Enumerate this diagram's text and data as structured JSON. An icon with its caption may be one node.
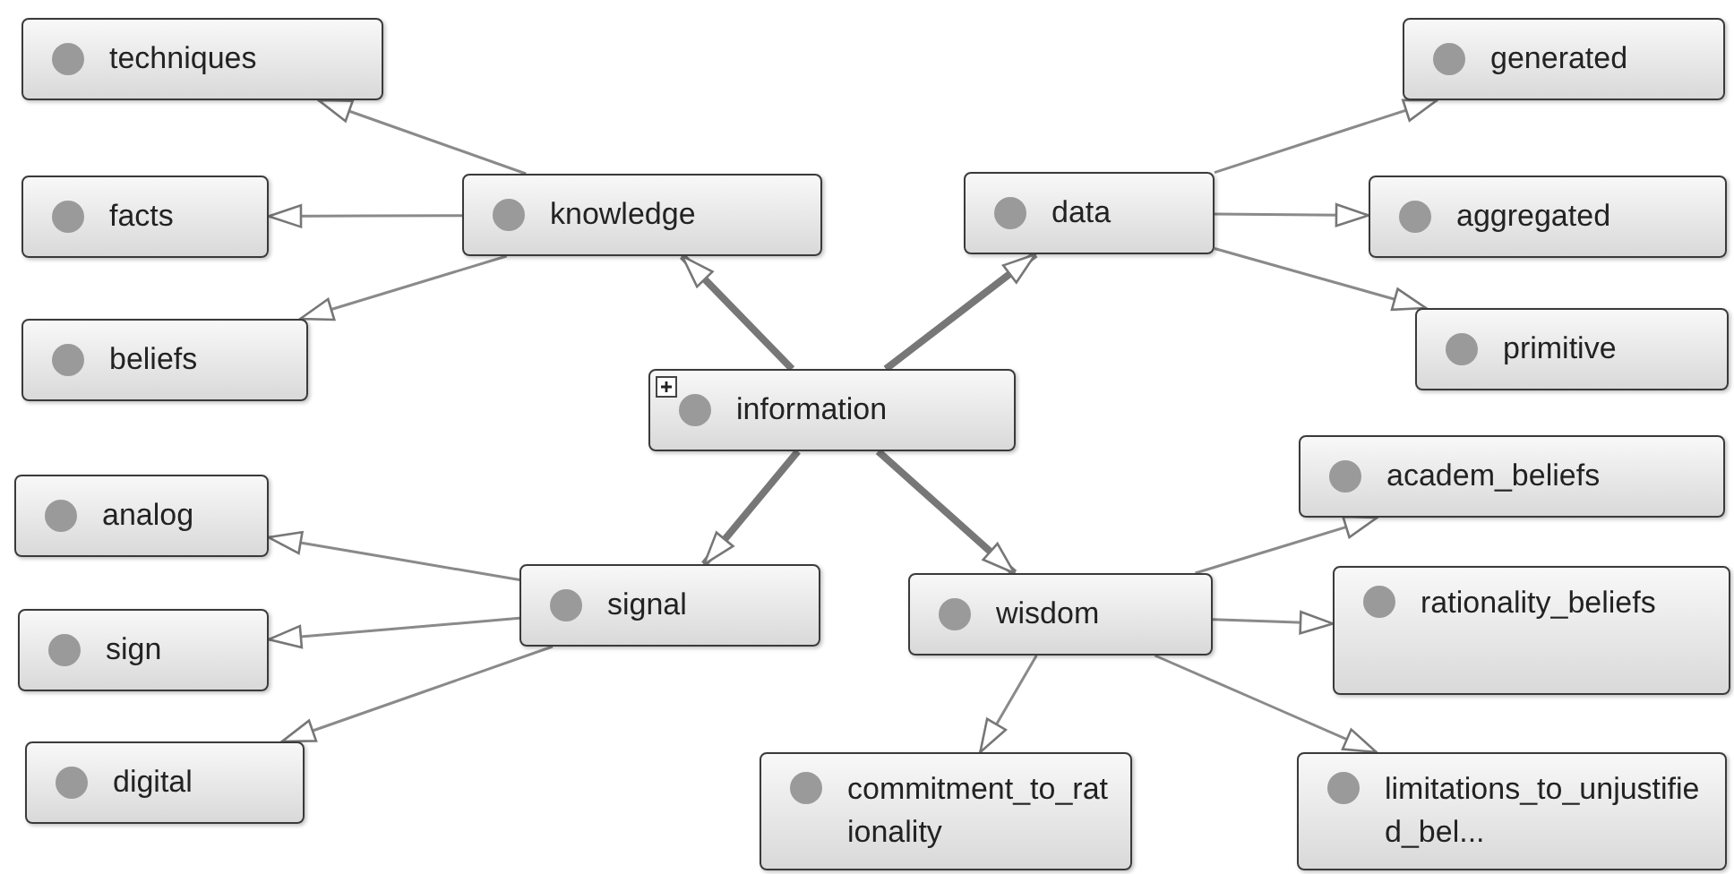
{
  "diagram": {
    "nodes": [
      {
        "text": [
          "information"
        ]
      },
      {
        "text": [
          "knowledge"
        ]
      },
      {
        "text": [
          "techniques"
        ]
      },
      {
        "text": [
          "facts"
        ]
      },
      {
        "text": [
          "beliefs"
        ]
      },
      {
        "text": [
          "data"
        ]
      },
      {
        "text": [
          "generated"
        ]
      },
      {
        "text": [
          "aggregated"
        ]
      },
      {
        "text": [
          "primitive"
        ]
      },
      {
        "text": [
          "signal"
        ]
      },
      {
        "text": [
          "analog"
        ]
      },
      {
        "text": [
          "sign"
        ]
      },
      {
        "text": [
          "digital"
        ]
      },
      {
        "text": [
          "wisdom"
        ]
      },
      {
        "text": [
          "academ_beliefs"
        ]
      },
      {
        "text": [
          "rationality_beliefs"
        ]
      },
      {
        "text": [
          "commitment_to_rationality"
        ]
      },
      {
        "text": [
          "limitations_to_unjustified_bel..."
        ]
      }
    ],
    "edges": [
      {
        "from": 0,
        "to": 1,
        "arrow": "to",
        "style": "thick"
      },
      {
        "from": 0,
        "to": 5,
        "arrow": "to",
        "style": "thick"
      },
      {
        "from": 0,
        "to": 9,
        "arrow": "to",
        "style": "thick"
      },
      {
        "from": 0,
        "to": 13,
        "arrow": "to",
        "style": "thick"
      },
      {
        "from": 1,
        "to": 2,
        "arrow": "to"
      },
      {
        "from": 1,
        "to": 3,
        "arrow": "to"
      },
      {
        "from": 1,
        "to": 4,
        "arrow": "to"
      },
      {
        "from": 5,
        "to": 6,
        "arrow": "to"
      },
      {
        "from": 5,
        "to": 7,
        "arrow": "to"
      },
      {
        "from": 5,
        "to": 8,
        "arrow": "to"
      },
      {
        "from": 9,
        "to": 10,
        "arrow": "to"
      },
      {
        "from": 9,
        "to": 11,
        "arrow": "to"
      },
      {
        "from": 9,
        "to": 12,
        "arrow": "to"
      },
      {
        "from": 13,
        "to": 14,
        "arrow": "to"
      },
      {
        "from": 13,
        "to": 15,
        "arrow": "to"
      },
      {
        "from": 13,
        "to": 16,
        "arrow": "to"
      },
      {
        "from": 13,
        "to": 17,
        "arrow": "to"
      }
    ]
  }
}
